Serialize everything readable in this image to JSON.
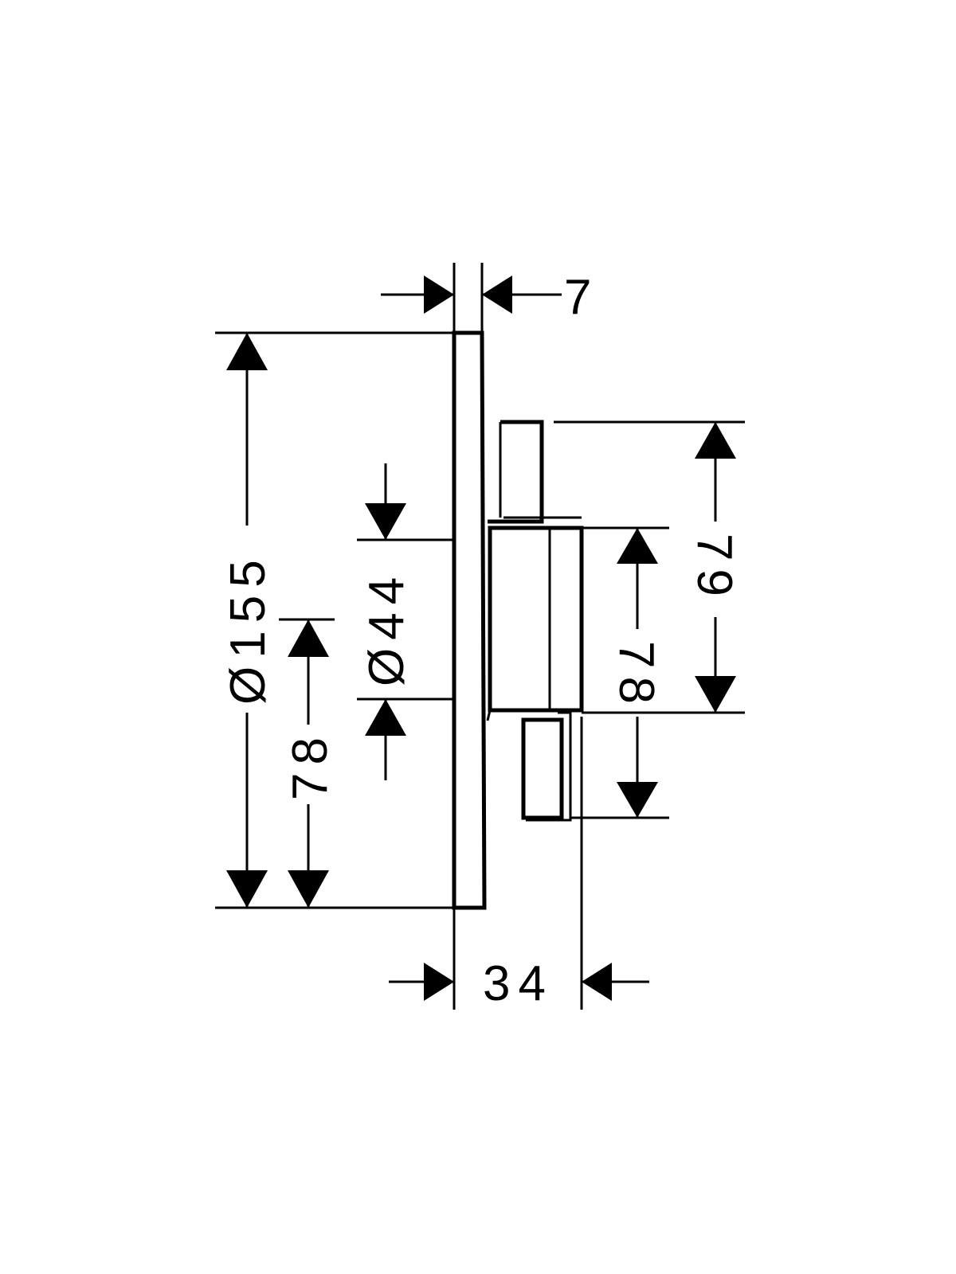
{
  "dimensions": {
    "thickness_top": "7",
    "diameter_outer": "Ø155",
    "diameter_inner": "Ø44",
    "left_half_height": "78",
    "right_upper_height": "79",
    "right_lower_height": "78",
    "depth_bottom": "34"
  },
  "colors": {
    "line": "#000000",
    "background": "#ffffff"
  }
}
